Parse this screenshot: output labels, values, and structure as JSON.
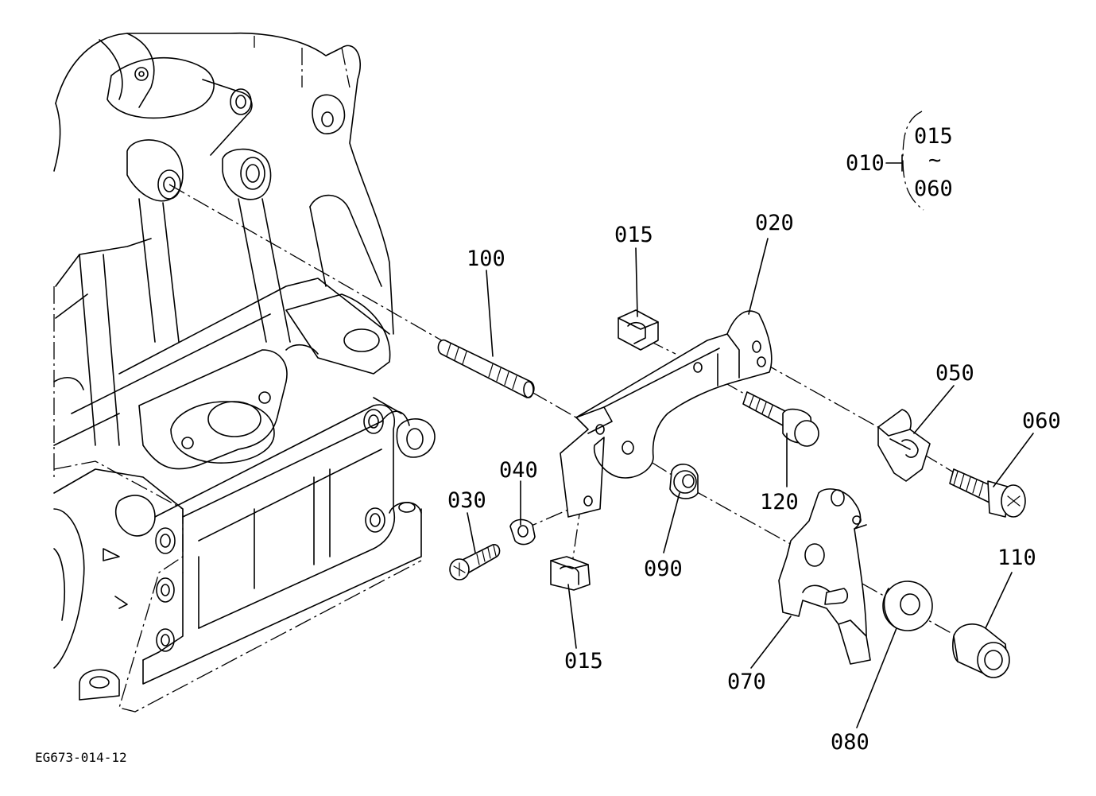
{
  "diagram": {
    "reference": "EG673-014-12",
    "group": {
      "parent": "010",
      "from": "015",
      "tilde": "~",
      "to": "060"
    },
    "labels": {
      "p100": "100",
      "p015_top": "015",
      "p020": "020",
      "p050": "050",
      "p060": "060",
      "p040": "040",
      "p030": "030",
      "p015_bottom": "015",
      "p090": "090",
      "p120": "120",
      "p070": "070",
      "p110": "110",
      "p080": "080"
    }
  }
}
